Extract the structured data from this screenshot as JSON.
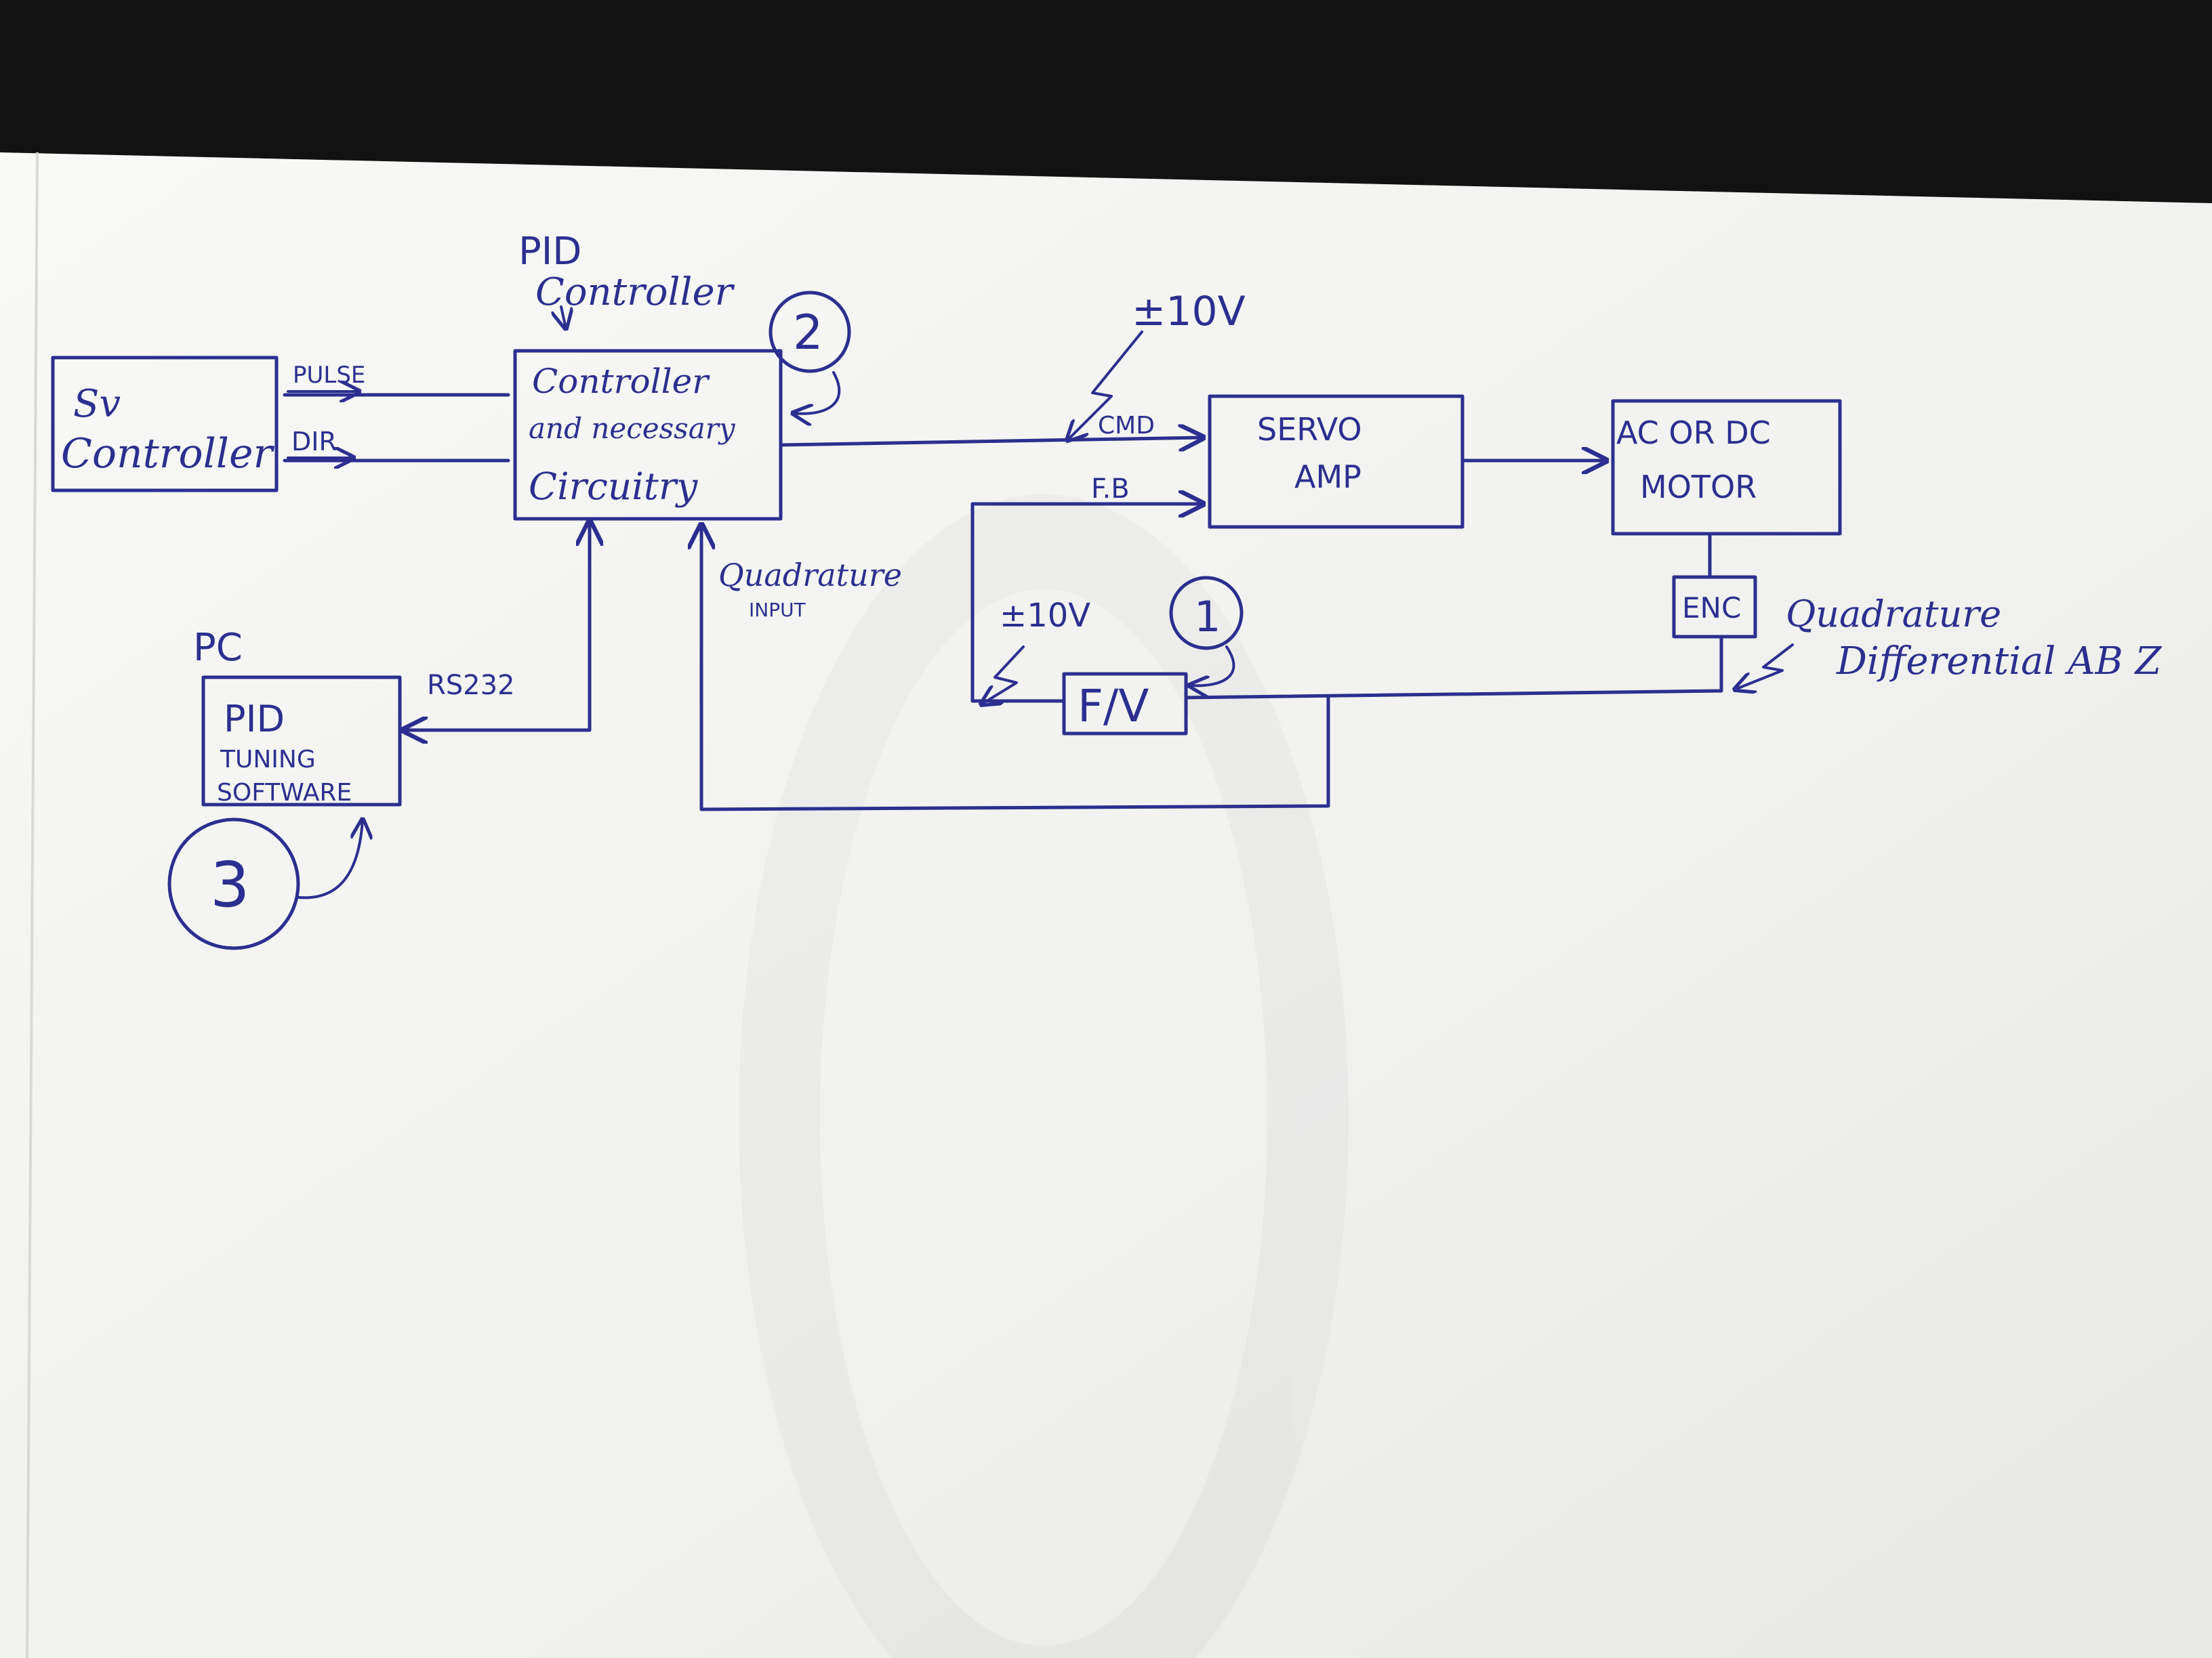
{
  "diagram": {
    "blocks": {
      "source_controller": {
        "label_lines": [
          "Sv",
          "Controller"
        ]
      },
      "pid_controller": {
        "label_lines": [
          "Controller",
          "and necessary",
          "Circuitry"
        ]
      },
      "servo_amp": {
        "label_lines": [
          "SERVO",
          "AMP"
        ]
      },
      "motor": {
        "label_lines": [
          "AC OR DC",
          "MOTOR"
        ]
      },
      "encoder": {
        "label": "ENC"
      },
      "fv_converter": {
        "label": "F/V"
      },
      "pid_software": {
        "label_lines": [
          "PID",
          "TUNING",
          "SOFTWARE"
        ]
      }
    },
    "annotations": {
      "pid_controller_title": [
        "PID",
        "Controller"
      ],
      "pulse": "PULSE",
      "dir": "DIR",
      "cmd": "CMD",
      "fb": "F.B",
      "cmd_voltage": "±10V",
      "fb_voltage": "±10V",
      "quadrature_input": [
        "Quadrature",
        "INPUT"
      ],
      "encoder_output": [
        "Quadrature",
        "Differential AB Z"
      ],
      "pc": "PC",
      "rs232": "RS232"
    },
    "markers": {
      "marker_1": "1",
      "marker_2": "2",
      "marker_3": "3"
    }
  }
}
